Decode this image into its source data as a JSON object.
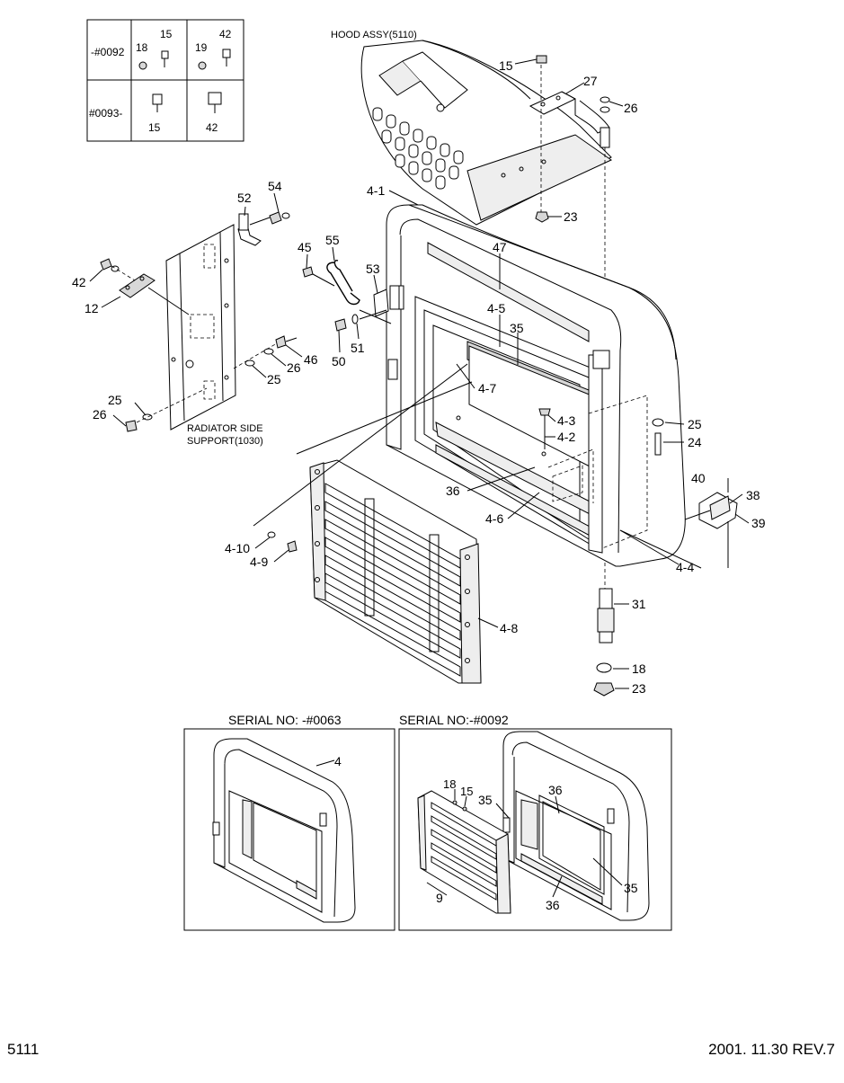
{
  "page": {
    "page_number": "5111",
    "revision": "2001. 11.30  REV.7"
  },
  "serial_table": {
    "rows": [
      {
        "label": "-#0092",
        "left_callouts": [
          "18",
          "15"
        ],
        "right_callouts": [
          "19",
          "42"
        ]
      },
      {
        "label": "#0093-",
        "left_callouts": [
          "15"
        ],
        "right_callouts": [
          "42"
        ]
      }
    ]
  },
  "labels": {
    "hood_assy": "HOOD ASSY(5110)",
    "radiator_side_1": "RADIATOR SIDE",
    "radiator_side_2": "SUPPORT(1030)"
  },
  "callouts": {
    "c15_top": "15",
    "c27": "27",
    "c26_top": "26",
    "c23_top": "23",
    "c4_1": "4-1",
    "c47": "47",
    "c4_5": "4-5",
    "c35": "35",
    "c4_7": "4-7",
    "c4_3": "4-3",
    "c4_2": "4-2",
    "c25_right": "25",
    "c24": "24",
    "c36": "36",
    "c4_6": "4-6",
    "c4_4": "4-4",
    "c40": "40",
    "c38": "38",
    "c39": "39",
    "c31": "31",
    "c18": "18",
    "c23_bottom": "23",
    "c52": "52",
    "c54": "54",
    "c45": "45",
    "c55": "55",
    "c53": "53",
    "c42": "42",
    "c12": "12",
    "c50": "50",
    "c51": "51",
    "c46": "46",
    "c26_mid": "26",
    "c25_mid": "25",
    "c25_left": "25",
    "c26_left": "26",
    "c4_10": "4-10",
    "c4_9": "4-9",
    "c4_8": "4-8"
  },
  "inset_left": {
    "title": "SERIAL NO: -#0063",
    "callout_4": "4"
  },
  "inset_right": {
    "title": "SERIAL NO:-#0092",
    "callouts": {
      "c18": "18",
      "c15": "15",
      "c35_left": "35",
      "c36_top": "36",
      "c9": "9",
      "c36_bottom": "36",
      "c35_right": "35"
    }
  }
}
